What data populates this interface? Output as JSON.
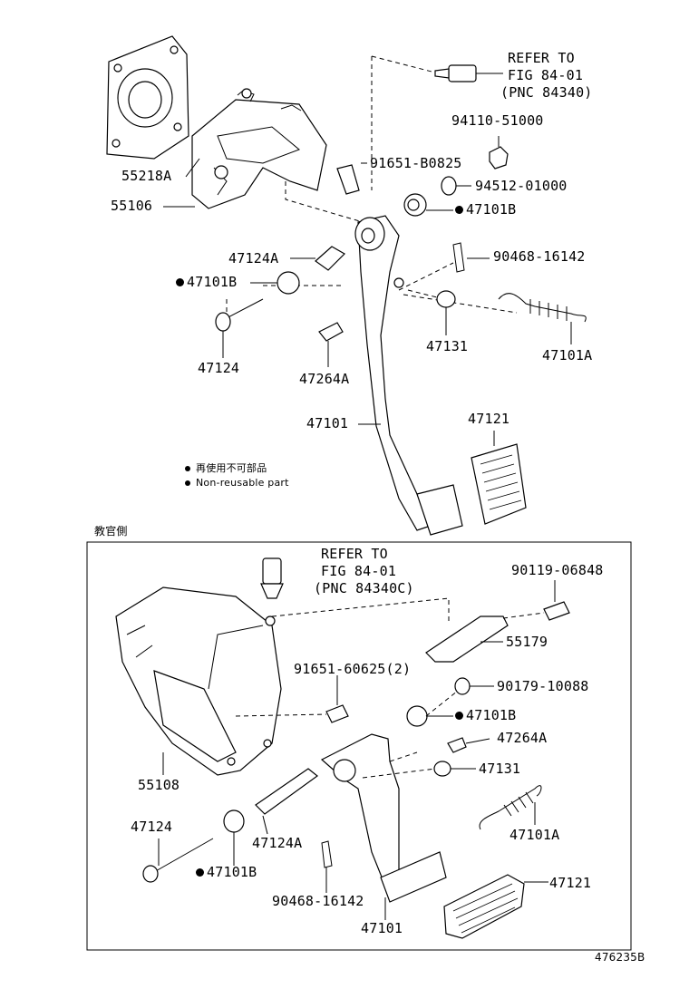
{
  "top_section": {
    "refer_to": [
      "REFER TO",
      "FIG 84-01",
      "(PNC 84340)"
    ],
    "labels": {
      "p55218A": "55218A",
      "p55106": "55106",
      "p94110": "94110-51000",
      "p91651": "91651-B0825",
      "p94512": "94512-01000",
      "p47101B_a": "47101B",
      "p47124A": "47124A",
      "p47101B_b": "47101B",
      "p90468": "90468-16142",
      "p47124": "47124",
      "p47264A": "47264A",
      "p47131": "47131",
      "p47101A": "47101A",
      "p47101": "47101",
      "p47121": "47121"
    }
  },
  "legend": {
    "japanese": "再使用不可部品",
    "english": "Non-reusable part"
  },
  "bottom_section": {
    "title": "教官側",
    "refer_to": [
      "REFER TO",
      "FIG 84-01",
      "(PNC 84340C)"
    ],
    "labels": {
      "p90119": "90119-06848",
      "p55179": "55179",
      "p91651": "91651-60625(2)",
      "p90179": "90179-10088",
      "p47101B_a": "47101B",
      "p47264A": "47264A",
      "p47131": "47131",
      "p55108": "55108",
      "p47101A": "47101A",
      "p47124": "47124",
      "p47124A": "47124A",
      "p47101B_b": "47101B",
      "p47121": "47121",
      "p90468": "90468-16142",
      "p47101": "47101"
    }
  },
  "figure_code": "476235B"
}
